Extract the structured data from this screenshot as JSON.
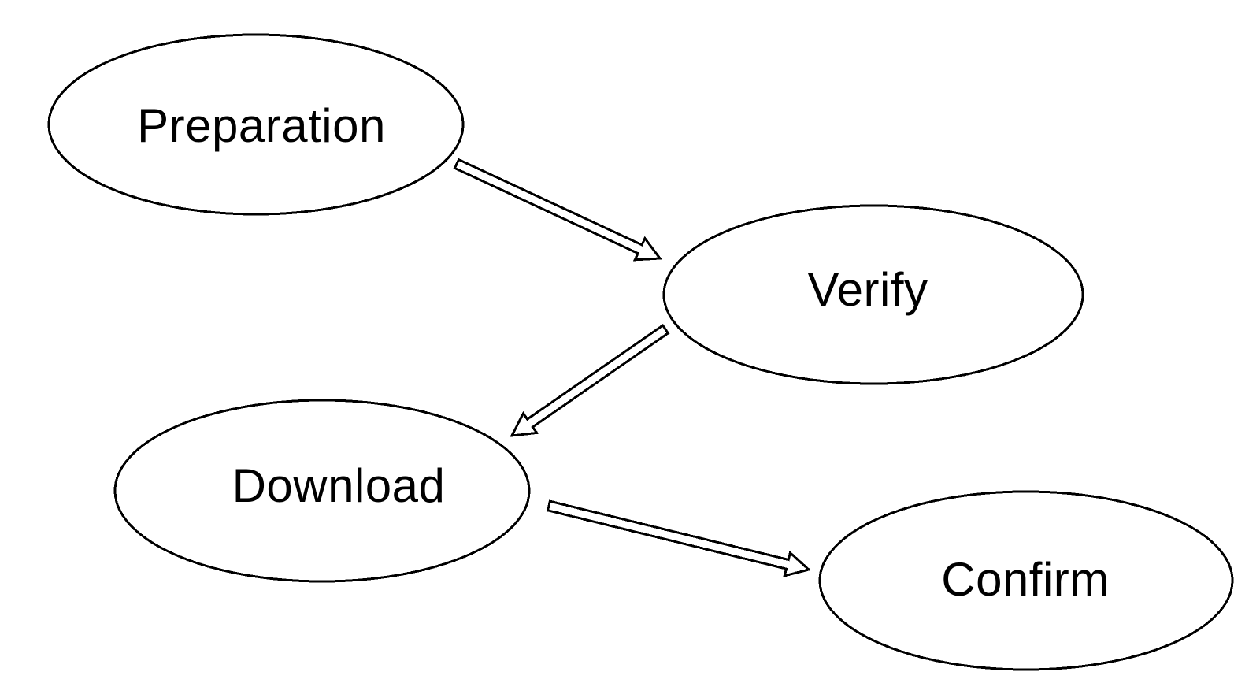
{
  "diagram": {
    "title": "process-flowchart",
    "background_color": "#ffffff",
    "stroke_color": "#000000",
    "fill_color": "#ffffff",
    "text_color": "#000000",
    "nodes": [
      {
        "id": "preparation",
        "label": "Preparation",
        "shape": "ellipse"
      },
      {
        "id": "verify",
        "label": "Verify",
        "shape": "ellipse"
      },
      {
        "id": "download",
        "label": "Download",
        "shape": "ellipse"
      },
      {
        "id": "confirm",
        "label": "Confirm",
        "shape": "ellipse"
      }
    ],
    "edges": [
      {
        "from": "Preparation",
        "to": "Verify",
        "style": "hollow-block-arrow"
      },
      {
        "from": "Verify",
        "to": "Download",
        "style": "hollow-block-arrow"
      },
      {
        "from": "Download",
        "to": "Confirm",
        "style": "hollow-block-arrow"
      }
    ]
  }
}
